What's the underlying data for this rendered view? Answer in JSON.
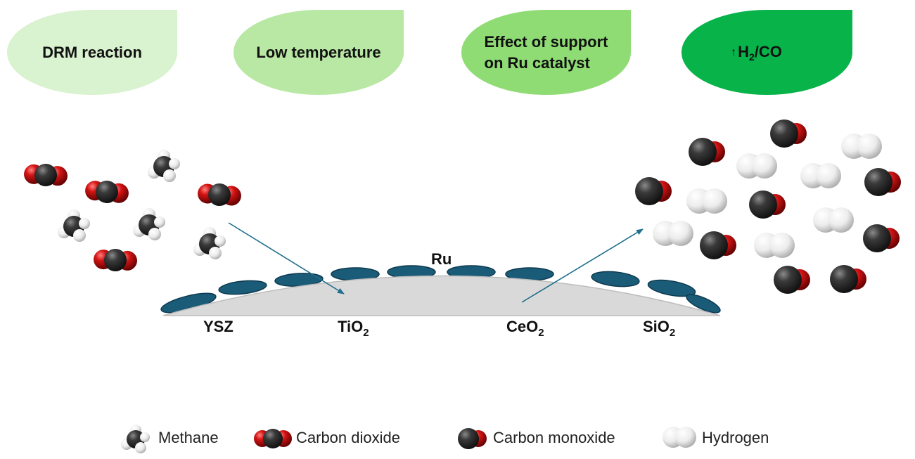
{
  "header_leaves": [
    {
      "text": "DRM reaction",
      "color": "#d9f2cf"
    },
    {
      "text": "Low temperature",
      "color": "#b8e8a4"
    },
    {
      "text_line1": "Effect of support",
      "text_line2": "on Ru catalyst",
      "color": "#8fdb74"
    },
    {
      "arrow": "↑",
      "h_label": "H",
      "subscript": "2",
      "suffix": "/CO",
      "color": "#08b34a"
    }
  ],
  "catalyst": {
    "metal_label": "Ru",
    "metal_color": "#1a5b78",
    "support_color": "#d9d9d9",
    "supports": [
      {
        "main": "YSZ",
        "sub": ""
      },
      {
        "main": "TiO",
        "sub": "2"
      },
      {
        "main": "CeO",
        "sub": "2"
      },
      {
        "main": "SiO",
        "sub": "2"
      }
    ]
  },
  "colors": {
    "carbon": "#333333",
    "oxygen": "#cc1010",
    "hydrogen": "#e8e8e8",
    "arrow": "#1f6e8c"
  },
  "legend": {
    "methane": "Methane",
    "carbon_dioxide": "Carbon dioxide",
    "carbon_monoxide": "Carbon monoxide",
    "hydrogen": "Hydrogen"
  }
}
